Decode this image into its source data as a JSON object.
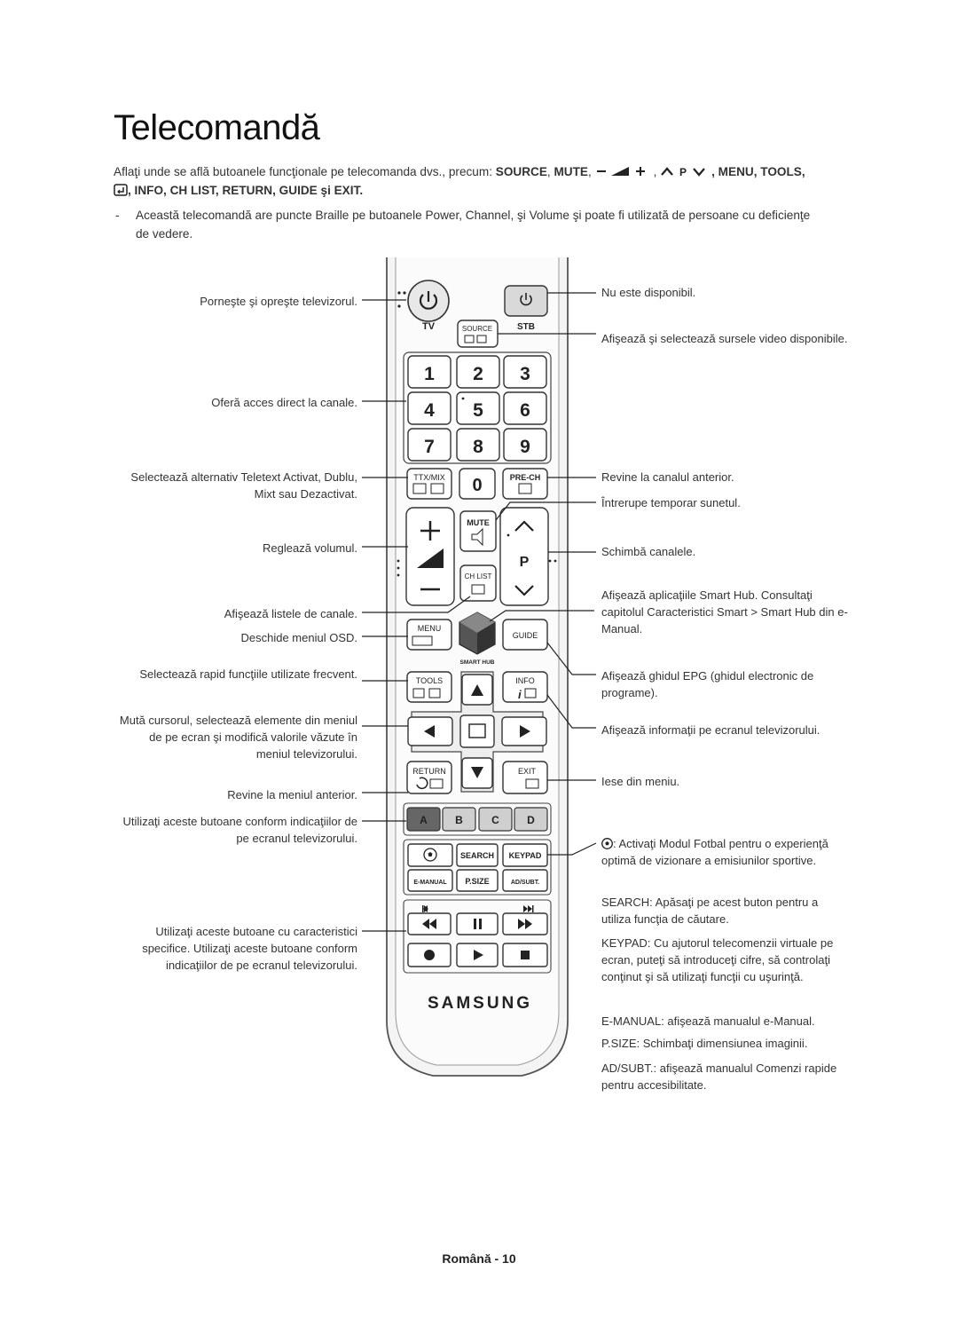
{
  "page": {
    "title": "Telecomandă",
    "footer": "Română - 10"
  },
  "intro": {
    "text_prefix": "Aflaţi unde se află butoanele funcţionale pe telecomanda dvs., precum: ",
    "source": "SOURCE",
    "mute": "MUTE",
    "line1_rest": ", MENU, TOOLS,",
    "line2": ", INFO, CH LIST, RETURN, GUIDE şi EXIT."
  },
  "note": {
    "dash": "-",
    "text": "Această telecomandă are puncte Braille pe butoanele Power, Channel, şi Volume şi poate fi utilizată de persoane cu deficienţe de vedere."
  },
  "left_labels": [
    "Porneşte şi opreşte televizorul.",
    "Oferă acces direct la canale.",
    "Selectează alternativ Teletext Activat, Dublu, Mixt sau Dezactivat.",
    "Reglează volumul.",
    "Afişează listele de canale.",
    "Deschide meniul OSD.",
    "Selectează rapid funcţiile utilizate frecvent.",
    "Mută cursorul, selectează elemente din meniul de pe ecran şi modifică valorile văzute în meniul televizorului.",
    "Revine la meniul anterior.",
    "Utilizaţi aceste butoane conform indicaţiilor de pe ecranul televizorului.",
    "Utilizaţi aceste butoane cu caracteristici specifice. Utilizaţi aceste butoane conform indicaţiilor de pe ecranul televizorului."
  ],
  "right_labels": {
    "stb": "Nu este disponibil.",
    "source": "Afişează şi selectează sursele video disponibile.",
    "prech": "Revine la canalul anterior.",
    "mute": "Întrerupe temporar sunetul.",
    "channel": "Schimbă canalele.",
    "smarthub": "Afişează aplicaţiile Smart Hub. Consultaţi capitolul Caracteristici Smart > Smart Hub din e-Manual.",
    "guide": "Afişează ghidul EPG (ghidul electronic de programe).",
    "info": "Afişează informaţii pe ecranul televizorului.",
    "exit": "Iese din meniu.",
    "football": ": Activaţi Modul Fotbal pentru o experienţă optimă de vizionare a emisiunilor sportive.",
    "search": "SEARCH: Apăsaţi pe acest buton pentru a utiliza funcţia de căutare.",
    "keypad": "KEYPAD: Cu ajutorul telecomenzii virtuale pe ecran, puteţi să introduceţi cifre, să controlaţi conţinut şi să utilizaţi funcţii cu uşurinţă.",
    "emanual": "E-MANUAL: afişează manualul e-Manual.",
    "psize": "P.SIZE: Schimbaţi dimensiunea imaginii.",
    "adsubt": "AD/SUBT.: afişează manualul Comenzi rapide pentru accesibilitate."
  },
  "remote": {
    "tv": "TV",
    "source": "SOURCE",
    "stb": "STB",
    "digits": [
      "1",
      "2",
      "3",
      "4",
      "5",
      "6",
      "7",
      "8",
      "9"
    ],
    "ttx": "TTX/MIX",
    "zero": "0",
    "prech": "PRE-CH",
    "mute": "MUTE",
    "chlist": "CH LIST",
    "p": "P",
    "menu": "MENU",
    "guide": "GUIDE",
    "smarthub": "SMART HUB",
    "tools": "TOOLS",
    "info": "INFO",
    "return": "RETURN",
    "exit": "EXIT",
    "colors": [
      "A",
      "B",
      "C",
      "D"
    ],
    "search": "SEARCH",
    "keypad": "KEYPAD",
    "emanual": "E-MANUAL",
    "psize": "P.SIZE",
    "adsubt": "AD/SUBT.",
    "brand": "SAMSUNG"
  },
  "colors": {
    "color_a": "#c8102e",
    "color_b": "#2e9e3f",
    "color_c": "#e8c300",
    "color_d": "#1f5fb8"
  }
}
